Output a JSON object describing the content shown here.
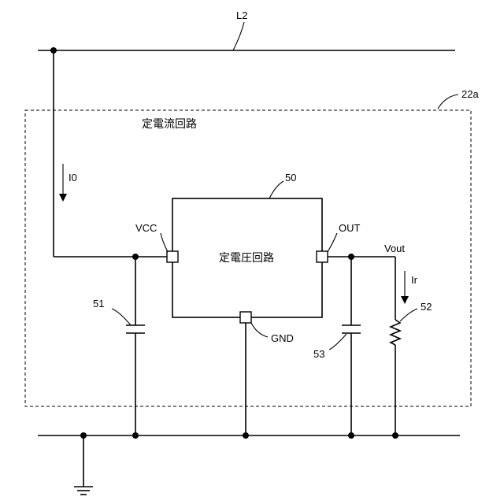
{
  "labels": {
    "line": "L2",
    "block": "22a",
    "block_title": "定電流回路",
    "regulator_ref": "50",
    "regulator_name": "定電圧回路",
    "pin_vcc": "VCC",
    "pin_out": "OUT",
    "pin_gnd": "GND",
    "output_node": "Vout",
    "current_in": "I0",
    "current_load": "Ir",
    "cap_input": "51",
    "resistor": "52",
    "cap_output": "53"
  }
}
